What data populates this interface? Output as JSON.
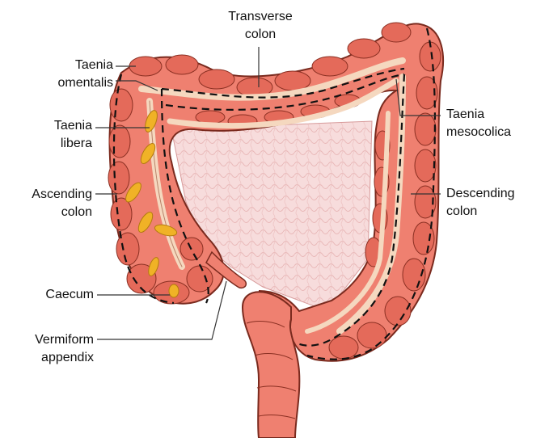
{
  "colors": {
    "colon_fill": "#ef8070",
    "colon_dark": "#c24a3a",
    "colon_outline": "#7a2a1e",
    "taenia_band": "#f5d8bf",
    "mesentery": "#f7dcdc",
    "mesentery_texture": "#e9b8b8",
    "appendices_epiploicae": "#f0b226",
    "leader_line": "#333333",
    "dashed_line": "#111111"
  },
  "labels": {
    "transverse_colon": {
      "line1": "Transverse",
      "line2": "colon"
    },
    "taenia_omentalis": {
      "line1": "Taenia",
      "line2": "omentalis"
    },
    "taenia_libera": {
      "line1": "Taenia",
      "line2": "libera"
    },
    "ascending_colon": {
      "line1": "Ascending",
      "line2": "colon"
    },
    "caecum": {
      "line1": "Caecum"
    },
    "vermiform_appendix": {
      "line1": "Vermiform",
      "line2": "appendix"
    },
    "taenia_mesocolica": {
      "line1": "Taenia",
      "line2": "mesocolica"
    },
    "descending_colon": {
      "line1": "Descending",
      "line2": "colon"
    }
  }
}
